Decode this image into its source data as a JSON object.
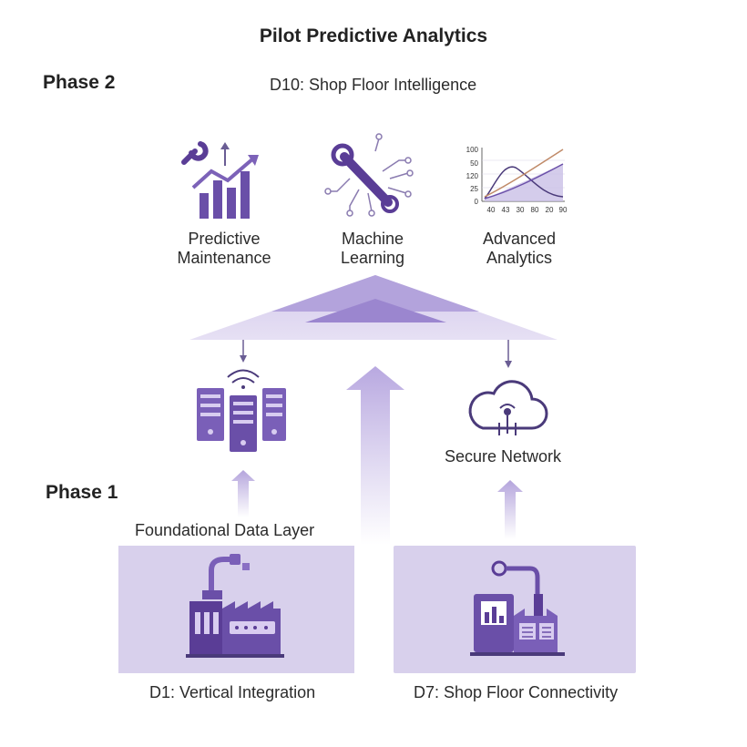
{
  "title": "Pilot Predictive Analytics",
  "phase2": {
    "label": "Phase 2",
    "target": "D10: Shop Floor Intelligence"
  },
  "phase1": {
    "label": "Phase 1"
  },
  "capabilities": [
    {
      "line1": "Predictive",
      "line2": "Maintenance",
      "icon": "wrench-growth-chart-icon"
    },
    {
      "line1": "Machine",
      "line2": "Learning",
      "icon": "wrench-circuit-icon"
    },
    {
      "line1": "Advanced",
      "line2": "Analytics",
      "icon": "line-chart-icon"
    }
  ],
  "mini_chart": {
    "y_ticks": [
      "100",
      "50",
      "120",
      "25",
      "0"
    ],
    "x_ticks": [
      "40",
      "43",
      "30",
      "80",
      "20",
      "90"
    ]
  },
  "foundational_layer": "Foundational Data Layer",
  "secure_network": "Secure Network",
  "d1": "D1: Vertical Integration",
  "d7": "D7: Shop Floor Connectivity",
  "colors": {
    "accent": "#6a4fa8",
    "accent_light": "#b9a9dd",
    "panel": "#d8d0ec",
    "icon_dark": "#4a3a7a"
  }
}
